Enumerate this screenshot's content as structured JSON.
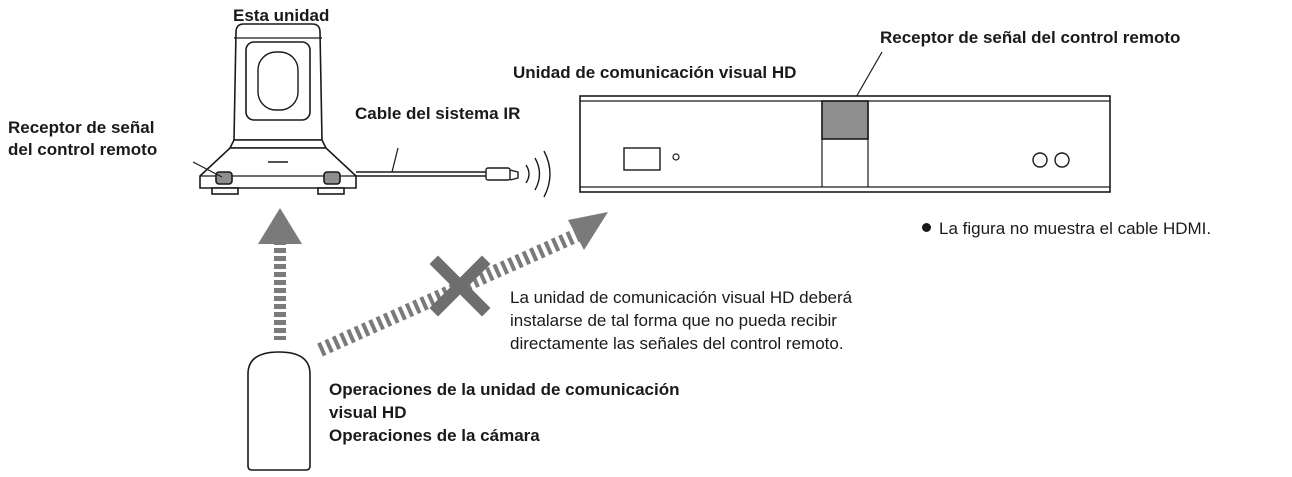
{
  "labels": {
    "this_unit": "Esta unidad",
    "remote_receiver_left_line1": "Receptor de señal",
    "remote_receiver_left_line2": "del control remoto",
    "ir_cable": "Cable del sistema IR",
    "hd_unit": "Unidad de comunicación visual HD",
    "remote_receiver_right": "Receptor de señal del control remoto",
    "hdmi_note": "La figura no muestra el cable HDMI.",
    "install_note_line1": "La unidad de comunicación visual HD deberá",
    "install_note_line2": "instalarse de tal forma que no pueda recibir",
    "install_note_line3": "directamente las señales del control remoto.",
    "operations_line1": "Operaciones de la unidad de comunicación",
    "operations_line2": "visual HD",
    "operations_line3": "Operaciones de la cámara"
  },
  "icons": [
    "camera-icon",
    "remote-control-icon",
    "hd-unit-icon",
    "blocked-x-icon",
    "signal-arrow-icon",
    "ir-waves-icon"
  ],
  "colors": {
    "signal_arrow": "#7a7a7a",
    "receiver_fill": "#8e8e8e",
    "block_x": "#6e6e6e",
    "line": "#1a1a1a"
  }
}
